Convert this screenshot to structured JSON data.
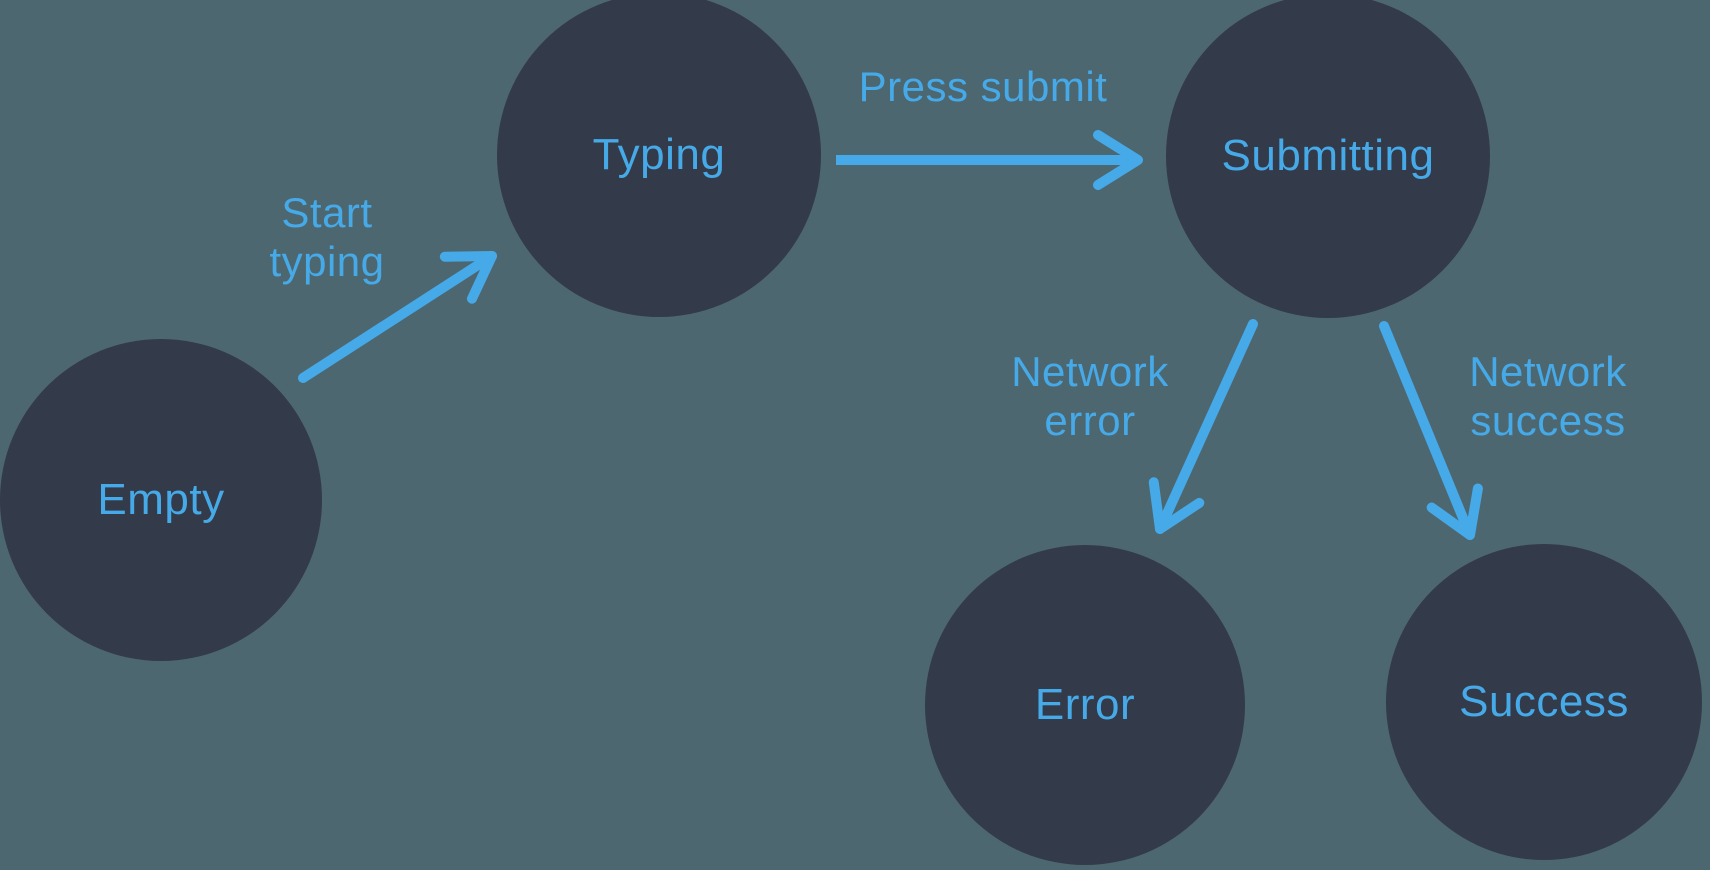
{
  "canvas": {
    "background_color": "#4d6771",
    "node_color": "#333a49",
    "accent_color": "#46a9e8"
  },
  "diagram": {
    "type": "state-machine",
    "nodes": [
      {
        "id": "empty",
        "label": "Empty"
      },
      {
        "id": "typing",
        "label": "Typing"
      },
      {
        "id": "submitting",
        "label": "Submitting"
      },
      {
        "id": "error",
        "label": "Error"
      },
      {
        "id": "success",
        "label": "Success"
      }
    ],
    "edges": [
      {
        "from": "empty",
        "to": "typing",
        "label": "Start\ntyping"
      },
      {
        "from": "typing",
        "to": "submitting",
        "label": "Press submit"
      },
      {
        "from": "submitting",
        "to": "error",
        "label": "Network\nerror"
      },
      {
        "from": "submitting",
        "to": "success",
        "label": "Network\nsuccess"
      }
    ]
  }
}
